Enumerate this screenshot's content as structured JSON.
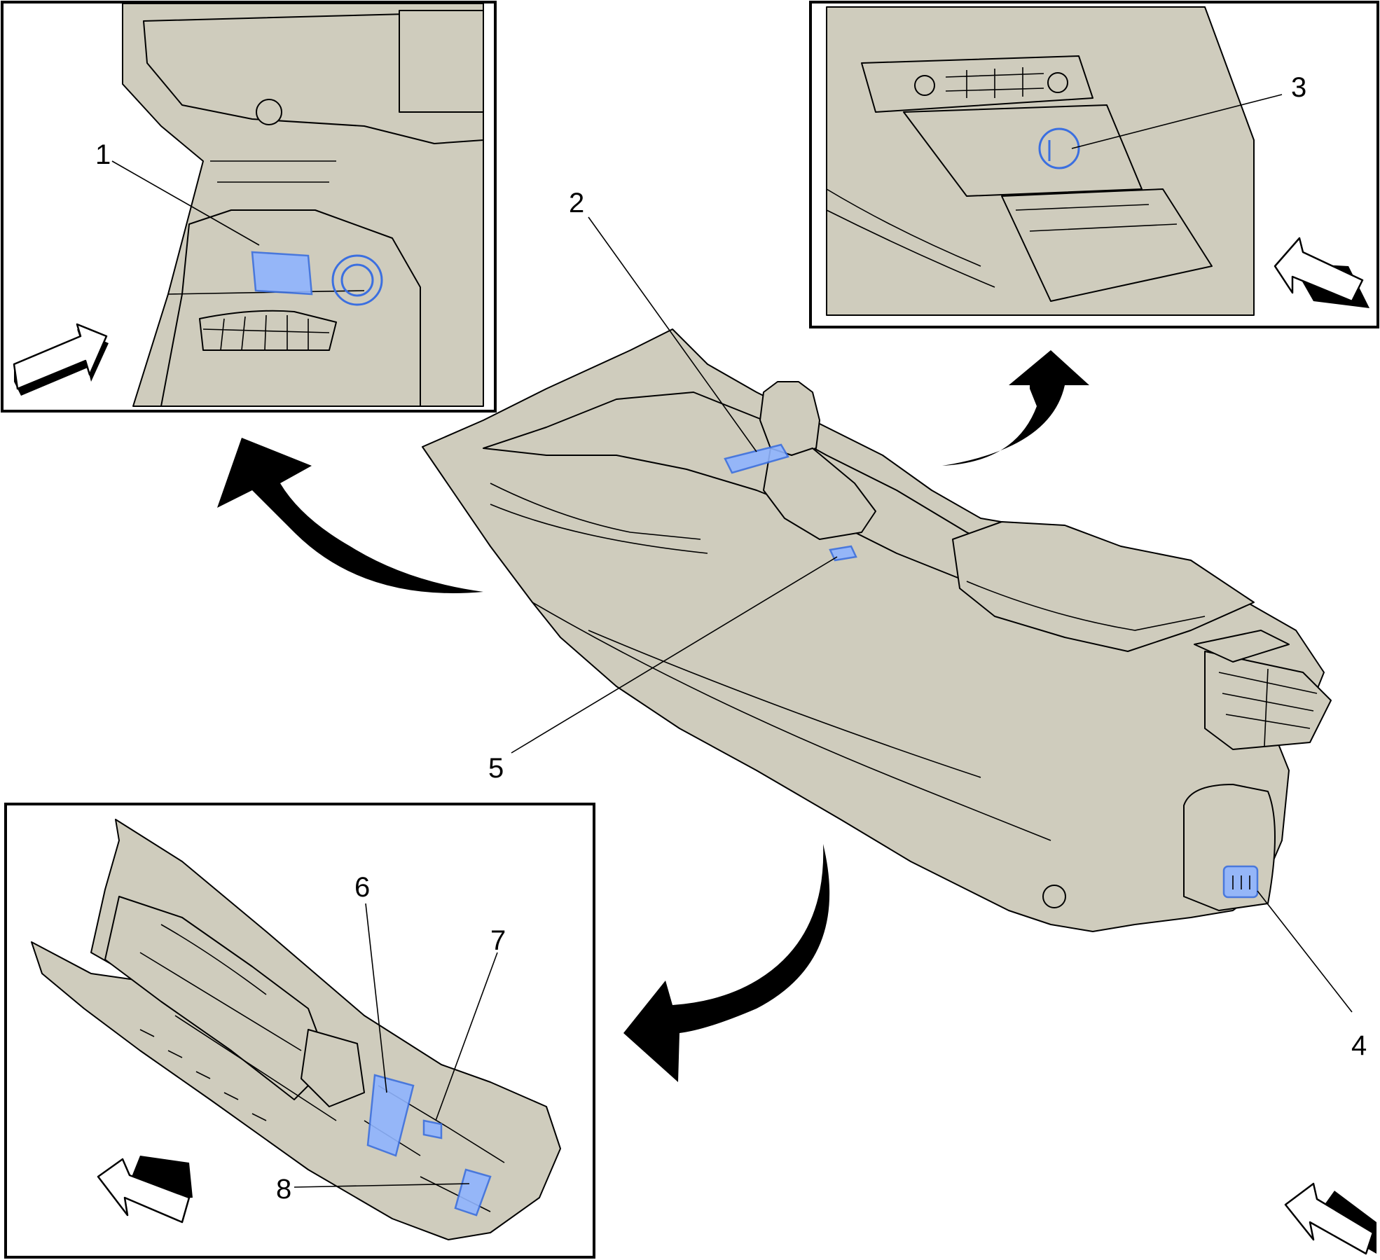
{
  "callouts": {
    "c1": "1",
    "c2": "2",
    "c3": "3",
    "c4": "4",
    "c5": "5",
    "c6": "6",
    "c7": "7",
    "c8": "8"
  },
  "colors": {
    "part_fill": "#cfccbd",
    "highlight": "#8fb4ff",
    "highlight_stroke": "#3b6fe0",
    "line": "#000000"
  }
}
